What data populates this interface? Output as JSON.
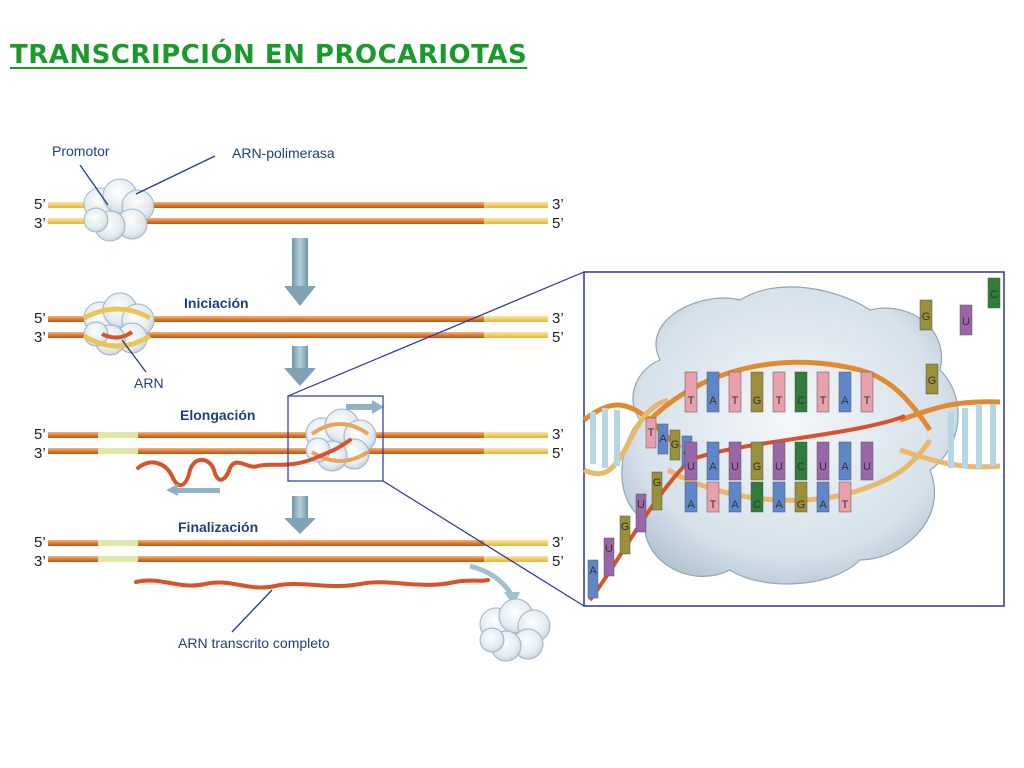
{
  "title": "TRANSCRIPCIÓN EN PROCARIOTAS",
  "labels": {
    "promoter": "Promotor",
    "polymerase": "ARN-polimerasa",
    "rna": "ARN",
    "complete_transcript": "ARN transcrito completo"
  },
  "stages": {
    "initiation": "Iniciación",
    "elongation": "Elongación",
    "termination": "Finalización"
  },
  "strand_ends": {
    "five": "5’",
    "three": "3’"
  },
  "bases": {
    "template_top": [
      "T",
      "A",
      "T",
      "G",
      "T",
      "C",
      "T",
      "A",
      "T"
    ],
    "template_left": [
      "T",
      "A",
      "G",
      "A"
    ],
    "rna_pairs": [
      "U",
      "A",
      "U",
      "G",
      "U",
      "C",
      "U",
      "A",
      "U"
    ],
    "dna_bottom": [
      "A",
      "T",
      "A",
      "C",
      "A",
      "G",
      "A",
      "T"
    ],
    "rna_tail": [
      "A",
      "U",
      "G",
      "U",
      "G"
    ],
    "free_nucleotides": [
      "G",
      "U",
      "C",
      "G"
    ]
  },
  "colors": {
    "title": "#1a9a2a",
    "label": "#1f3f7f",
    "dna_strand": "#e07a2e",
    "promoter_region": "#f2d35a",
    "rna": "#d9532a",
    "polymerase": "#dfe8ef",
    "zoom_border": "#2b35a8"
  }
}
